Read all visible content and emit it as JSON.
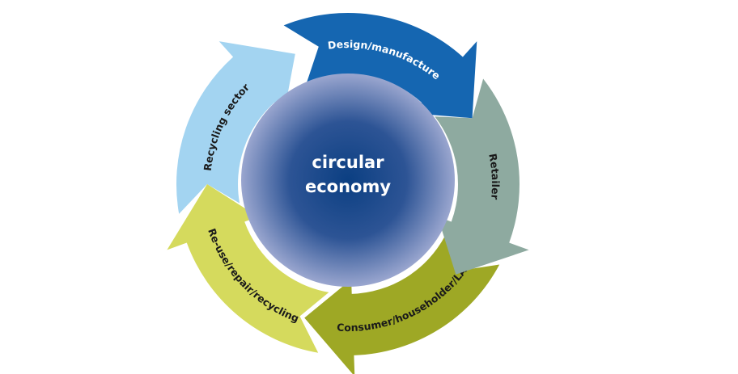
{
  "center": {
    "line1": "circular",
    "line2": "economy"
  },
  "segments": [
    {
      "id": "design",
      "label": "Design/manufacture",
      "color": "#1566b1",
      "text_color": "#ffffff"
    },
    {
      "id": "retailer",
      "label": "Retailer",
      "color": "#8eaaa0",
      "text_color": "#1a1a1a"
    },
    {
      "id": "consumer",
      "label": "Consumer/householder/LAs",
      "color": "#9ea825",
      "text_color": "#1a1a1a"
    },
    {
      "id": "reuse",
      "label": "Re-use/repair/recycling",
      "color": "#d5da5d",
      "text_color": "#1a1a1a"
    },
    {
      "id": "recycling",
      "label": "Recycling sector",
      "color": "#a3d4f1",
      "text_color": "#1a1a1a"
    }
  ],
  "colors": {
    "center_inner": "#0b3f82",
    "center_outer": "#9aa6cf",
    "center_text": "#ffffff"
  }
}
